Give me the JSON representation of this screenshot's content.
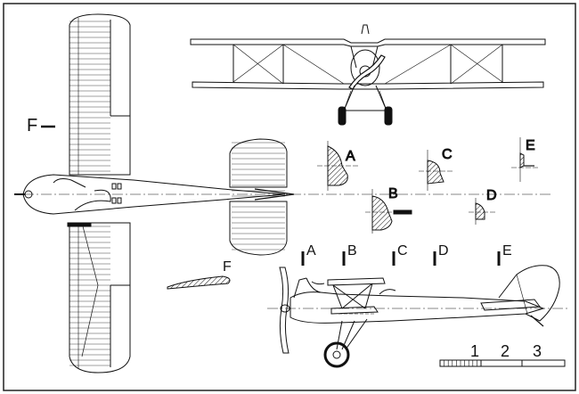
{
  "labels": {
    "A": "A",
    "B": "B",
    "C": "C",
    "D": "D",
    "E": "E",
    "F": "F"
  },
  "scale": {
    "tick_1": "1",
    "tick_2": "2",
    "tick_3": "3"
  },
  "colors": {
    "ink": "#111111",
    "paper": "#ffffff",
    "border": "#222222"
  }
}
